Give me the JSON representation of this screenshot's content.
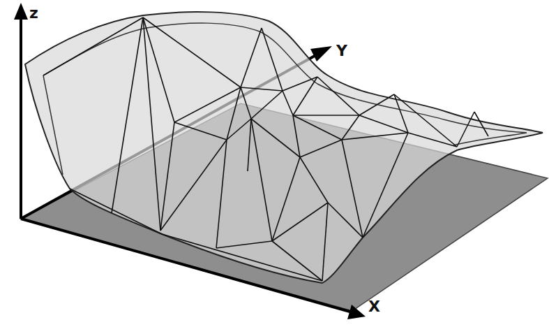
{
  "diagram": {
    "labels": [
      "z",
      "Y",
      "X"
    ]
  }
}
